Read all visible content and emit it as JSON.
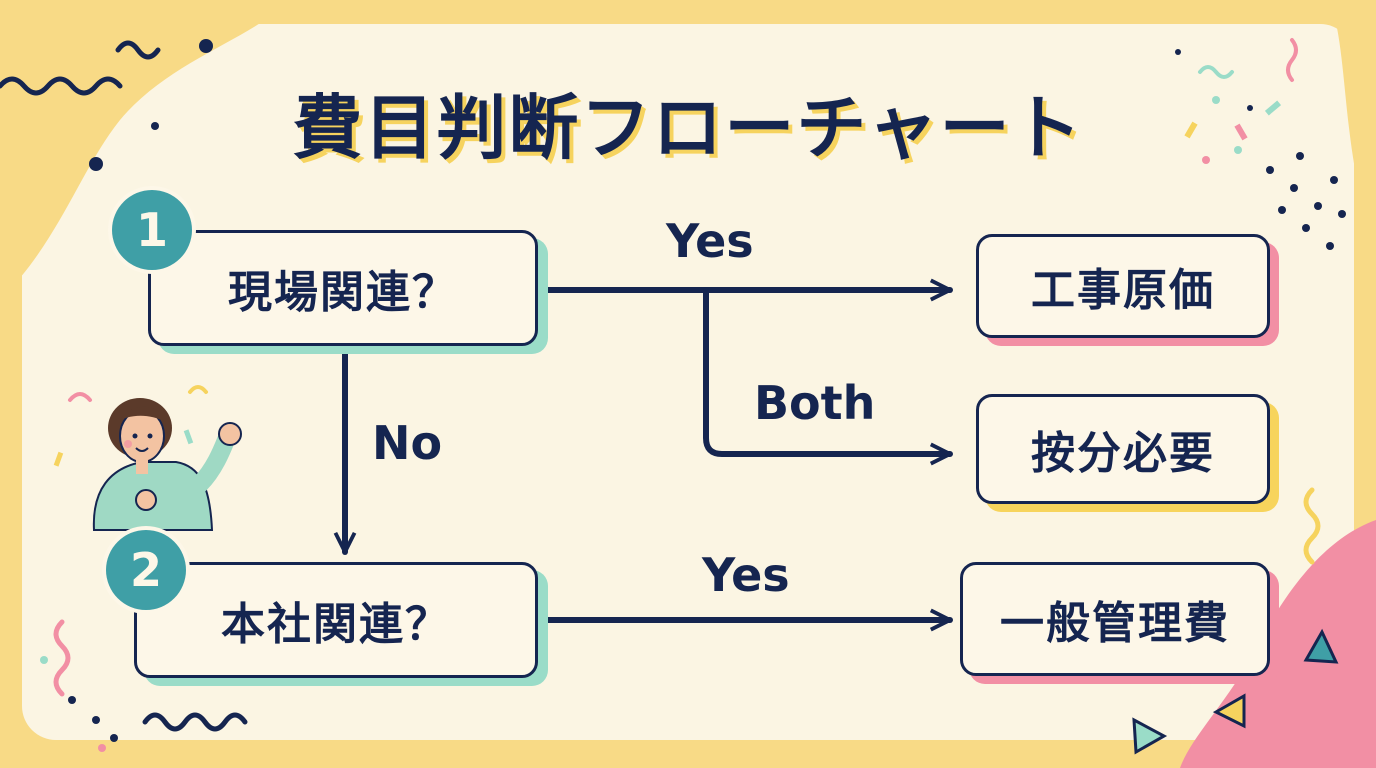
{
  "title": "費目判断フローチャート",
  "decisions": [
    {
      "number": "1",
      "label": "現場関連？"
    },
    {
      "number": "2",
      "label": "本社関連？"
    }
  ],
  "outcomes": [
    {
      "label": "工事原価"
    },
    {
      "label": "按分必要"
    },
    {
      "label": "一般管理費"
    }
  ],
  "edge_labels": {
    "q1_yes": "Yes",
    "q1_both": "Both",
    "q1_no": "No",
    "q2_yes": "Yes"
  },
  "colors": {
    "navy": "#152550",
    "teal": "#3f9fa6",
    "mint": "#9adcc8",
    "pink": "#f28fa4",
    "yellow": "#f7d45c",
    "cream": "#fbf5e3"
  }
}
